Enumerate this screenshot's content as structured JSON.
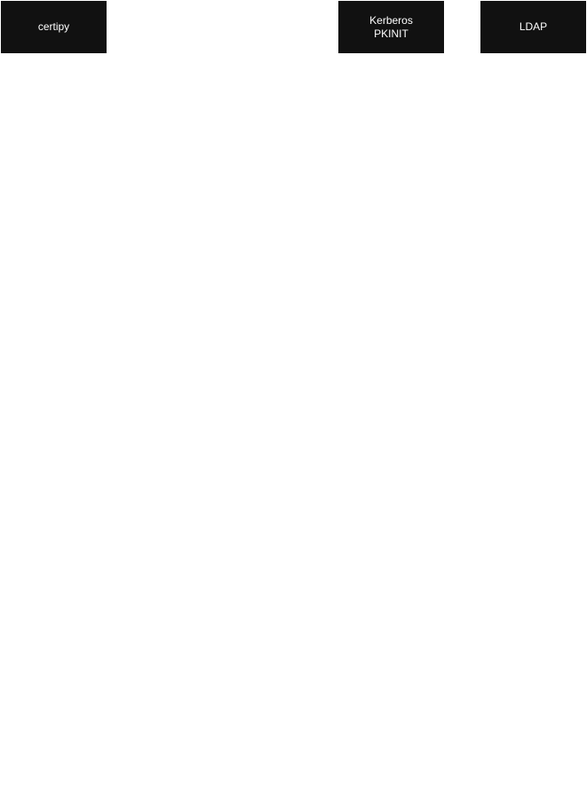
{
  "colors": {
    "background": "#ffffff",
    "node_fill": "#111111",
    "node_text": "#ffffff"
  },
  "nodes": [
    {
      "id": "certipy",
      "lines": [
        "certipy"
      ]
    },
    {
      "id": "kerberos-pkinit",
      "lines": [
        "Kerberos",
        "PKINIT"
      ]
    },
    {
      "id": "ldap",
      "lines": [
        "LDAP"
      ]
    }
  ]
}
